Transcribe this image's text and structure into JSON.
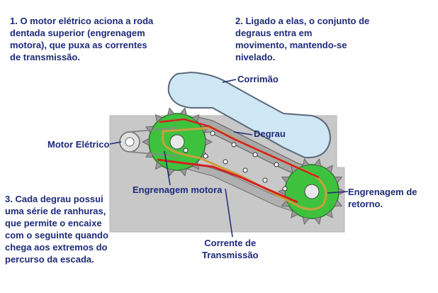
{
  "captions": {
    "step1": "1. O motor elétrico aciona a roda\ndentada superior (engrenagem\nmotora), que puxa as correntes\nde transmissão.",
    "step2": "2. Ligado a elas, o conjunto de\ndegraus entra em\nmovimento, mantendo-se\nnivelado.",
    "step3": "3.  Cada degrau possui\numa série de ranhuras,\nque permite o encaixe\ncom o seguinte quando\nchega aos extremos do\npercurso da escada."
  },
  "labels": {
    "handrail": "Corrimão",
    "step": "Degrau",
    "motor": "Motor Elétrico",
    "drive_gear": "Engrenagem motora",
    "return_gear": "Engrenagem de\nretorno.",
    "chain": "Corrente de\nTransmissão"
  },
  "colors": {
    "text": "#1f2a7a",
    "frame": "#c8c8c8",
    "handrail": "#cfe6f4",
    "gear": "#3ec23e",
    "chain": "#c8a03c",
    "teeth": "#d42020"
  }
}
